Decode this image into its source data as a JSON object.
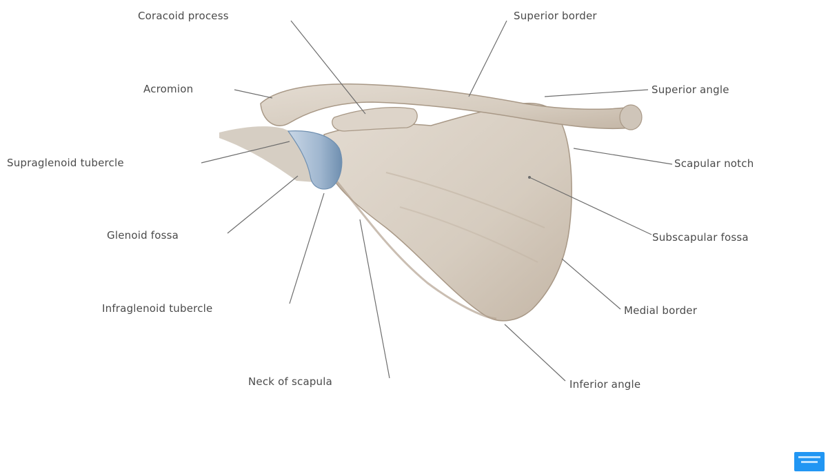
{
  "labels": {
    "coracoid_process": "Coracoid process",
    "superior_border": "Superior border",
    "acromion": "Acromion",
    "superior_angle": "Superior angle",
    "supraglenoid_tubercle": "Supraglenoid tubercle",
    "scapular_notch": "Scapular notch",
    "glenoid_fossa": "Glenoid fossa",
    "subscapular_fossa": "Subscapular fossa",
    "infraglenoid_tubercle": "Infraglenoid tubercle",
    "medial_border": "Medial border",
    "neck_of_scapula": "Neck of scapula",
    "inferior_angle": "Inferior angle"
  },
  "colors": {
    "bone": "#d9d0c5",
    "bone_shadow": "#b8aa9a",
    "cartilage": "#8aa7c4",
    "leader_line": "#6d6d6d",
    "badge": "#2196f3"
  }
}
